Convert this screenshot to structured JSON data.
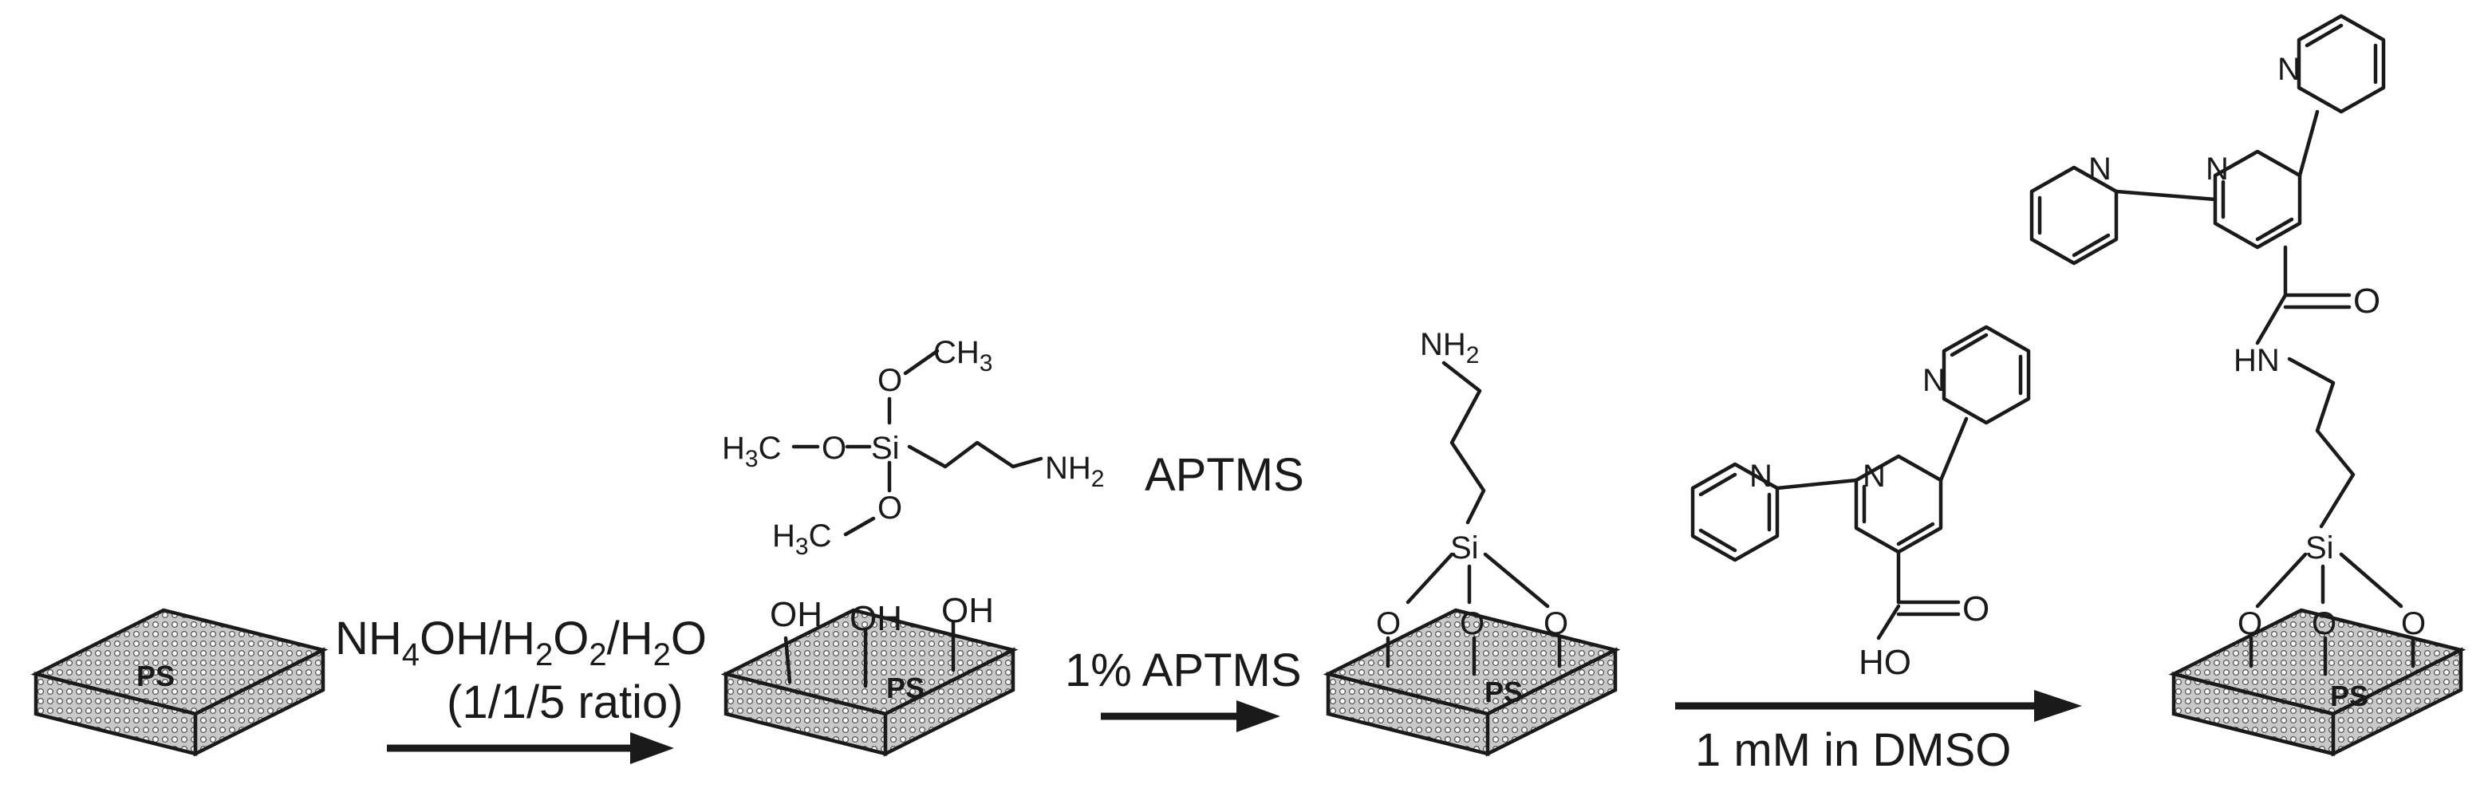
{
  "diagram": {
    "substrate_label": "PS",
    "step1": {
      "reagent": "NH4OH/H2O2/H2O",
      "ratio": "(1/1/5 ratio)"
    },
    "step2": {
      "reagent": "1% APTMS",
      "molecule_name": "APTMS"
    },
    "step3": {
      "condition": "1 mM in DMSO"
    },
    "atoms": {
      "oh": "OH",
      "o": "O",
      "si": "Si",
      "n": "N",
      "hn": "HN",
      "ho": "HO",
      "ch3": "CH3",
      "h3c": "H3C",
      "nh2": "NH2"
    }
  }
}
